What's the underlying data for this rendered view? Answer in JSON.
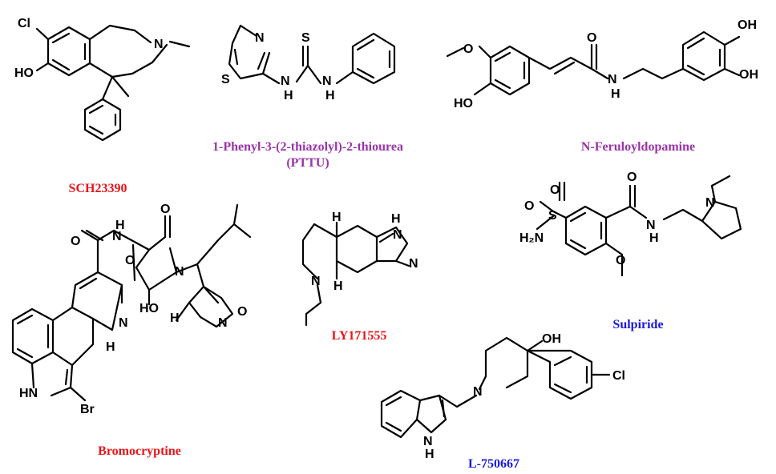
{
  "colors": {
    "red": "#e8141b",
    "purple": "#9a34a8",
    "blue": "#1a1adc",
    "black": "#000000"
  },
  "compounds": {
    "sch": {
      "name": "SCH23390",
      "color": "#e8141b"
    },
    "pttu": {
      "name_line1": "1-Phenyl-3-(2-thiazolyl)-2-thiourea",
      "name_line2": "(PTTU)",
      "color": "#9a34a8"
    },
    "ferulo": {
      "name": "N-Feruloyldopamine",
      "color": "#9a34a8"
    },
    "bromo": {
      "name": "Bromocryptine",
      "color": "#e8141b"
    },
    "ly": {
      "name": "LY171555",
      "color": "#e8141b"
    },
    "sulp": {
      "name": "Sulpiride",
      "color": "#1a1adc"
    },
    "l75": {
      "name": "L-750667",
      "color": "#1a1adc"
    }
  },
  "atoms": {
    "cl": "Cl",
    "ho": "HO",
    "oh": "OH",
    "n": "N",
    "s": "S",
    "h": "H",
    "o": "O",
    "nh": "NH",
    "hn": "HN",
    "h2n": "H₂N",
    "br": "Br"
  }
}
